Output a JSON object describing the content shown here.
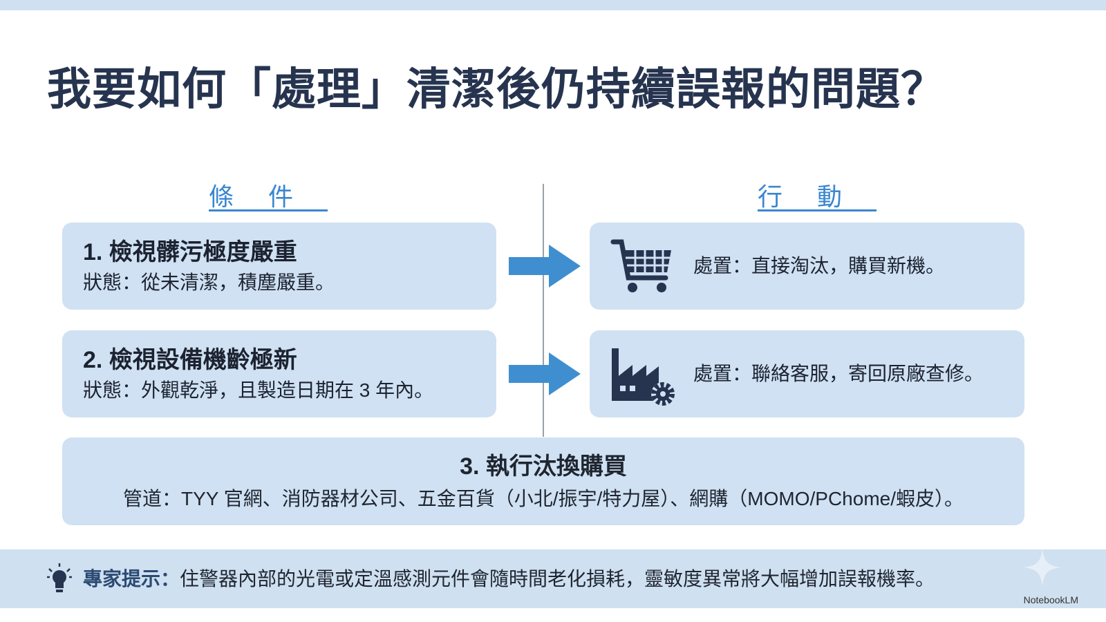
{
  "title": "我要如何「處理」清潔後仍持續誤報的問題？",
  "columns": {
    "condition": "條件",
    "action": "行動"
  },
  "rows": [
    {
      "heading": "1. 檢視髒污極度嚴重",
      "status": "狀態：從未清潔，積塵嚴重。",
      "action": "處置：直接淘汰，購買新機。",
      "icon": "shopping-cart-icon"
    },
    {
      "heading": "2. 檢視設備機齡極新",
      "status": "狀態：外觀乾淨，且製造日期在 3 年內。",
      "action": "處置：聯絡客服，寄回原廠查修。",
      "icon": "factory-gear-icon"
    }
  ],
  "purchase": {
    "heading": "3. 執行汰換購買",
    "channels": "管道：TYY 官網、消防器材公司、五金百貨（小北/振宇/特力屋）、網購（MOMO/PChome/蝦皮）。"
  },
  "tip": {
    "label": "專家提示：",
    "text": "住警器內部的光電或定溫感測元件會隨時間老化損耗，靈敏度異常將大幅增加誤報機率。"
  },
  "brand": "NotebookLM",
  "colors": {
    "title": "#26344f",
    "accent": "#3a86d0",
    "box": "#cfe1f2",
    "icon": "#26344f"
  }
}
